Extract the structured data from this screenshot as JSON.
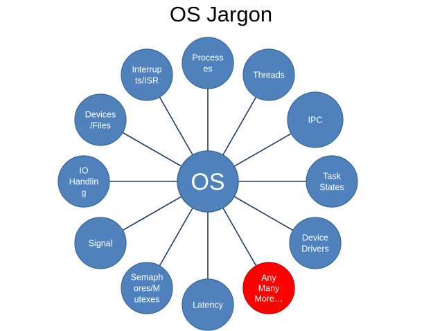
{
  "title": "OS Jargon",
  "hub": {
    "label": [
      "OS"
    ]
  },
  "colors": {
    "node_fill": "#4F81BD",
    "node_stroke": "#3A6696",
    "spoke": "#1F3A63",
    "highlight_fill": "#FF0000",
    "highlight_stroke": "#C00000",
    "label": "#FFFFFF"
  },
  "nodes": [
    {
      "id": "processes",
      "label": [
        "Process",
        "es"
      ]
    },
    {
      "id": "threads",
      "label": [
        "Threads"
      ]
    },
    {
      "id": "ipc",
      "label": [
        "IPC"
      ]
    },
    {
      "id": "task-states",
      "label": [
        "Task",
        "States"
      ]
    },
    {
      "id": "device-drivers",
      "label": [
        "Device",
        "Drivers"
      ]
    },
    {
      "id": "any-many-more",
      "label": [
        "Any",
        "Many",
        "More…"
      ],
      "highlight": true
    },
    {
      "id": "latency",
      "label": [
        "Latency"
      ]
    },
    {
      "id": "semaphores",
      "label": [
        "Semaph",
        "ores/M",
        "utexes"
      ]
    },
    {
      "id": "signal",
      "label": [
        "Signal"
      ]
    },
    {
      "id": "io-handling",
      "label": [
        "IO",
        "Handlin",
        "g"
      ]
    },
    {
      "id": "devices-files",
      "label": [
        "Devices",
        "/Files"
      ]
    },
    {
      "id": "interrupts-isr",
      "label": [
        "Interrup",
        "ts/ISR"
      ]
    }
  ]
}
